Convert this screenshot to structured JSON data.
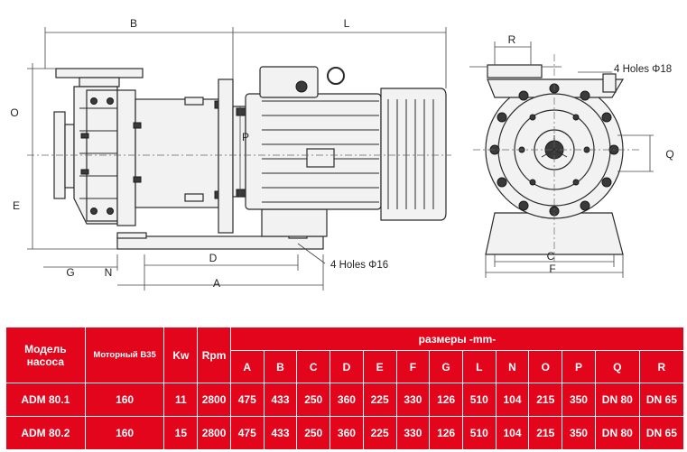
{
  "drawing": {
    "dims": {
      "B": "B",
      "L": "L",
      "O": "O",
      "E": "E",
      "P": "P",
      "G": "G",
      "N": "N",
      "D": "D",
      "A": "A",
      "R": "R",
      "Q": "Q",
      "C": "C",
      "F": "F"
    },
    "notes": {
      "base_holes": "4 Holes Φ16",
      "flange_holes": "4 Holes Φ18"
    }
  },
  "table": {
    "headers": {
      "model": "Модель насоса",
      "motor": "Моторный B35",
      "kw": "Kw",
      "rpm": "Rpm",
      "sizes": "размеры -mm-"
    },
    "size_columns": [
      "A",
      "B",
      "C",
      "D",
      "E",
      "F",
      "G",
      "L",
      "N",
      "O",
      "P",
      "Q",
      "R"
    ],
    "rows": [
      {
        "cells": [
          "ADM 80.1",
          "160",
          "11",
          "2800",
          "475",
          "433",
          "250",
          "360",
          "225",
          "330",
          "126",
          "510",
          "104",
          "215",
          "350",
          "DN 80",
          "DN 65"
        ]
      },
      {
        "cells": [
          "ADM 80.2",
          "160",
          "15",
          "2800",
          "475",
          "433",
          "250",
          "360",
          "225",
          "330",
          "126",
          "510",
          "104",
          "215",
          "350",
          "DN 80",
          "DN 65"
        ]
      }
    ],
    "colors": {
      "header_bg": "#e3051b",
      "text": "#ffffff"
    }
  }
}
